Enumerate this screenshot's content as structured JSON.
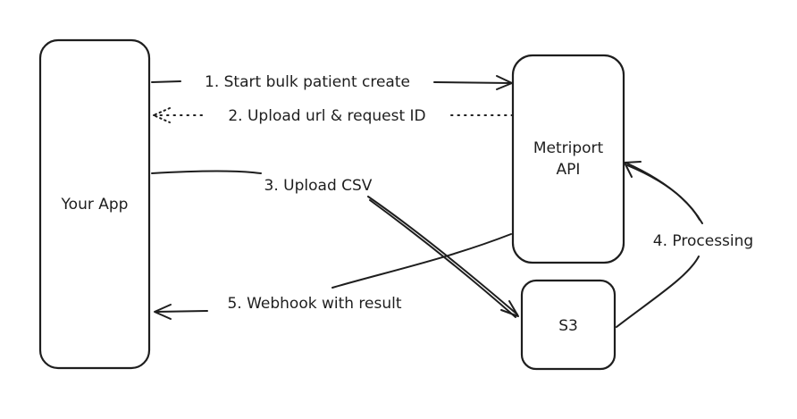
{
  "nodes": {
    "your_app": {
      "label": "Your App"
    },
    "metriport_api": {
      "label_line1": "Metriport",
      "label_line2": "API"
    },
    "s3": {
      "label": "S3"
    }
  },
  "edges": {
    "step1": {
      "label": "1. Start bulk patient create"
    },
    "step2": {
      "label": "2. Upload url & request ID"
    },
    "step3": {
      "label": "3. Upload CSV"
    },
    "step4": {
      "label": "4. Processing"
    },
    "step5": {
      "label": "5. Webhook with result"
    }
  }
}
